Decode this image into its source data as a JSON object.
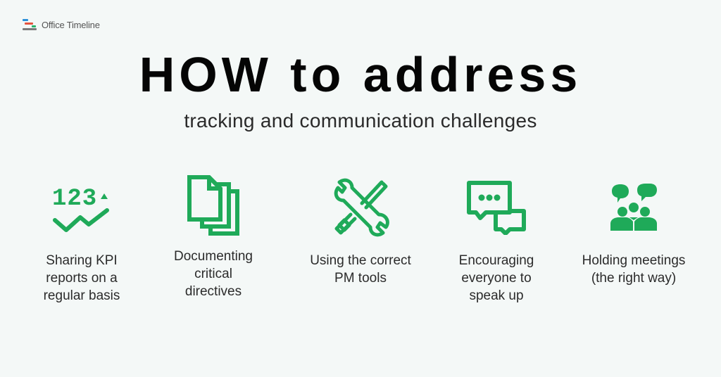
{
  "brand": {
    "name": "Office Timeline",
    "logo_colors": [
      "#2b8fd8",
      "#e4533f",
      "#29b36a",
      "#7a7a7a"
    ]
  },
  "heading": {
    "title": "HOW to address",
    "subtitle": "tracking and communication challenges"
  },
  "accent_color": "#1faa59",
  "items": [
    {
      "icon": "kpi-chart-icon",
      "label_lines": [
        "Sharing KPI",
        "reports on a",
        "regular basis"
      ]
    },
    {
      "icon": "documents-icon",
      "label_lines": [
        "Documenting",
        "critical",
        "directives"
      ]
    },
    {
      "icon": "tools-icon",
      "label_lines": [
        "Using the correct",
        "PM tools"
      ]
    },
    {
      "icon": "chat-bubbles-icon",
      "label_lines": [
        "Encouraging",
        "everyone to",
        "speak up"
      ]
    },
    {
      "icon": "meeting-group-icon",
      "label_lines": [
        "Holding meetings",
        "(the right way)"
      ]
    }
  ]
}
